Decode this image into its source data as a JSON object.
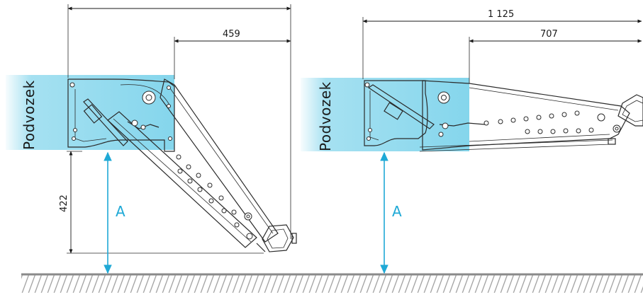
{
  "colors": {
    "band": "#5cc8e6",
    "arrow": "#1fa9d6",
    "ground": "#8a8a8a",
    "line": "#2a2a2a"
  },
  "left_view": {
    "band_label": "Podvozek",
    "dim_height": "422",
    "dim_inner_width": "459",
    "clearance_label": "A"
  },
  "right_view": {
    "band_label": "Podvozek",
    "dim_total_width": "1 125",
    "dim_inner_width": "707",
    "clearance_label": "A"
  }
}
